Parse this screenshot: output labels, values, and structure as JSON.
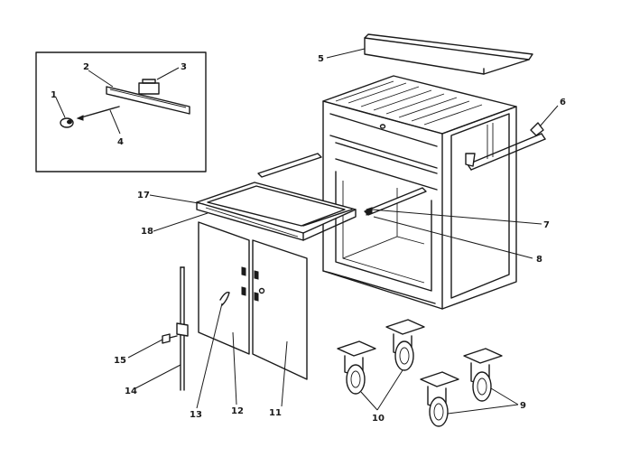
{
  "labels": {
    "n1": "1",
    "n2": "2",
    "n3": "3",
    "n4": "4",
    "n5": "5",
    "n6": "6",
    "n7": "7",
    "n8": "8",
    "n9": "9",
    "n10": "10",
    "n11": "11",
    "n12": "12",
    "n13": "13",
    "n14": "14",
    "n15": "15",
    "n17": "17",
    "n18": "18"
  }
}
